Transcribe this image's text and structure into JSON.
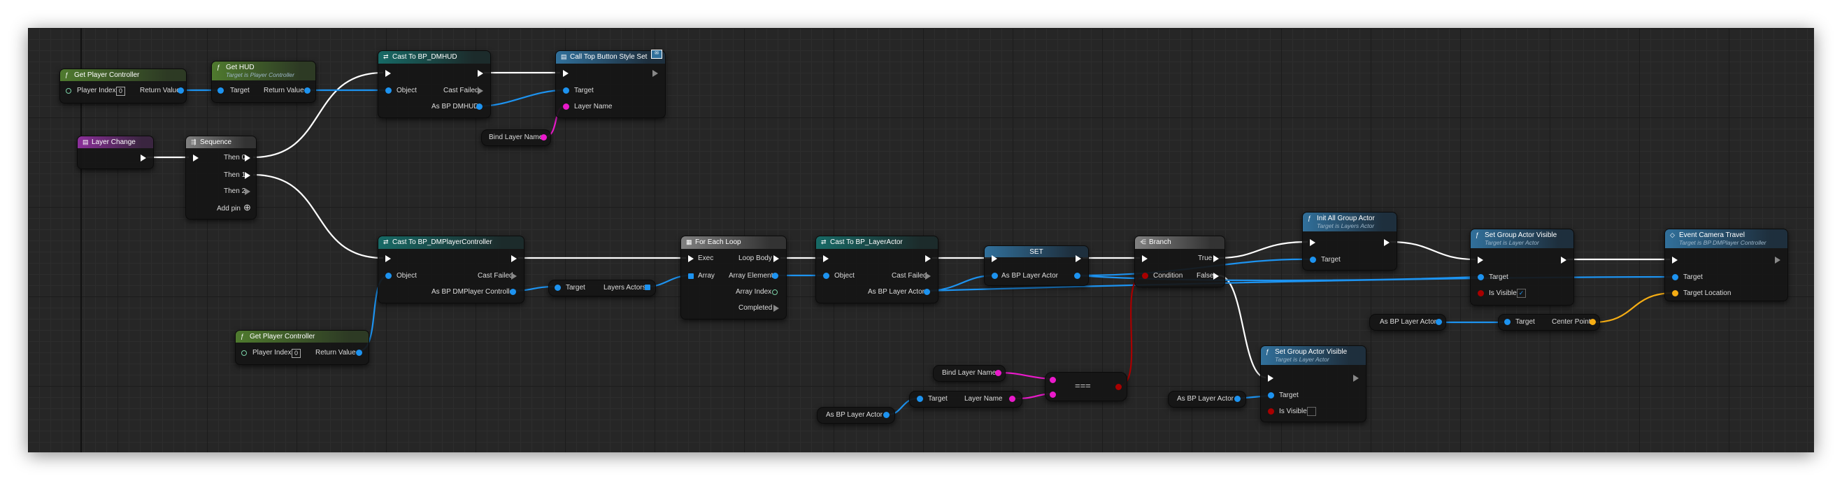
{
  "nodes": {
    "get_pc_1": {
      "title": "Get Player Controller",
      "pin_index": "Player Index",
      "index_value": "0",
      "pin_return": "Return Value"
    },
    "get_hud": {
      "title": "Get HUD",
      "subtitle": "Target is Player Controller",
      "pin_target": "Target",
      "pin_return": "Return Value"
    },
    "cast_hud": {
      "title": "Cast To BP_DMHUD",
      "pin_object": "Object",
      "pin_failed": "Cast Failed",
      "pin_as": "As BP DMHUD"
    },
    "call_top": {
      "title": "Call Top Button Style Set",
      "pin_target": "Target",
      "pin_layer": "Layer Name"
    },
    "bind_layer_1": {
      "label": "Bind Layer Name"
    },
    "layer_change": {
      "title": "Layer Change"
    },
    "sequence": {
      "title": "Sequence",
      "then0": "Then 0",
      "then1": "Then 1",
      "then2": "Then 2",
      "add_pin": "Add pin"
    },
    "cast_pc": {
      "title": "Cast To BP_DMPlayerController",
      "pin_object": "Object",
      "pin_failed": "Cast Failed",
      "pin_as": "As BP DMPlayer Controller"
    },
    "get_pc_2": {
      "title": "Get Player Controller",
      "pin_index": "Player Index",
      "index_value": "0",
      "pin_return": "Return Value"
    },
    "layers_get": {
      "pin_target": "Target",
      "pin_out": "Layers Actors"
    },
    "foreach": {
      "title": "For Each Loop",
      "exec": "Exec",
      "loop_body": "Loop Body",
      "array": "Array",
      "array_element": "Array Element",
      "array_index": "Array Index",
      "completed": "Completed"
    },
    "cast_layer": {
      "title": "Cast To BP_LayerActor",
      "pin_object": "Object",
      "pin_failed": "Cast Failed",
      "pin_as": "As BP Layer Actor"
    },
    "set": {
      "title": "SET",
      "pin_as": "As BP Layer Actor"
    },
    "branch": {
      "title": "Branch",
      "true": "True",
      "false": "False",
      "condition": "Condition"
    },
    "init_group": {
      "title": "Init All Group Actor",
      "subtitle": "Target is Layers Actor",
      "pin_target": "Target"
    },
    "set_visible_1": {
      "title": "Set Group Actor Visible",
      "subtitle": "Target is Layer Actor",
      "pin_target": "Target",
      "pin_visible": "Is Visible",
      "visible_checked": "✓"
    },
    "camera_travel": {
      "title": "Event Camera Travel",
      "subtitle": "Target is BP DMPlayer Controller",
      "pin_target": "Target",
      "pin_location": "Target Location"
    },
    "as_layer_1": {
      "label": "As BP Layer Actor"
    },
    "center_point": {
      "pin_target": "Target",
      "pin_out": "Center Point"
    },
    "bind_layer_2": {
      "label": "Bind Layer Name"
    },
    "equal": {
      "title": "==="
    },
    "layer_name_get": {
      "pin_target": "Target",
      "pin_out": "Layer Name"
    },
    "as_layer_2": {
      "label": "As BP Layer Actor"
    },
    "as_layer_3": {
      "label": "As BP Layer Actor"
    },
    "set_visible_2": {
      "title": "Set Group Actor Visible",
      "subtitle": "Target is Layer Actor",
      "pin_target": "Target",
      "pin_visible": "Is Visible"
    }
  },
  "colors": {
    "exec": "#ffffff",
    "object": "#1d93f0",
    "string": "#ea1acb",
    "vector": "#f5ad14",
    "boolean": "#a80000"
  }
}
